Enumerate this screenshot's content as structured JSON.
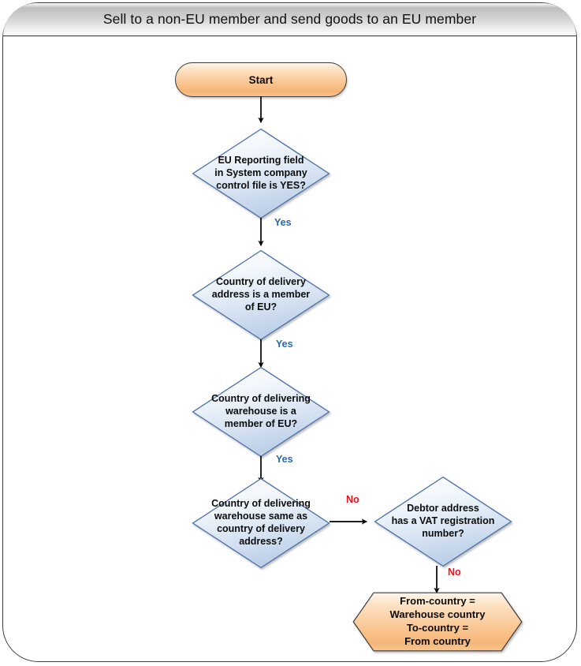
{
  "header": {
    "title": "Sell to a non-EU member and send goods to an EU member"
  },
  "nodes": {
    "start": {
      "type": "terminator",
      "label": "Start"
    },
    "decision_eu_reporting": {
      "type": "decision",
      "label": "EU Reporting field\nin System company\ncontrol file is YES?"
    },
    "decision_delivery_country": {
      "type": "decision",
      "label": "Country of delivery\naddress is a member\nof EU?"
    },
    "decision_warehouse_country": {
      "type": "decision",
      "label": "Country of delivering\nwarehouse is a\nmember of EU?"
    },
    "decision_same_country": {
      "type": "decision",
      "label": "Country of delivering\nwarehouse same as\ncountry of delivery\naddress?"
    },
    "decision_vat_number": {
      "type": "decision",
      "label": "Debtor address\nhas a VAT registration\nnumber?"
    },
    "result_from_to_country": {
      "type": "hexagon",
      "label": "From-country =\nWarehouse country\nTo-country =\nFrom country"
    }
  },
  "edges": {
    "start_to_eu_reporting": {
      "label": ""
    },
    "eu_reporting_yes": {
      "label": "Yes"
    },
    "delivery_country_yes": {
      "label": "Yes"
    },
    "warehouse_country_yes": {
      "label": "Yes"
    },
    "same_country_no": {
      "label": "No"
    },
    "vat_number_no": {
      "label": "No"
    }
  },
  "colors": {
    "yes_label": "#2a68a8",
    "no_label": "#ef0f18",
    "decision_border": "#4a6fa5",
    "decision_fill_light": "#fdfefe",
    "decision_fill_dark": "#c3d4e9",
    "terminator_border": "#3b3b3b",
    "terminator_fill_light": "#fff5e9",
    "terminator_fill_dark": "#f6b678",
    "frame_border": "#3a3a3a",
    "connector": "#000000"
  }
}
